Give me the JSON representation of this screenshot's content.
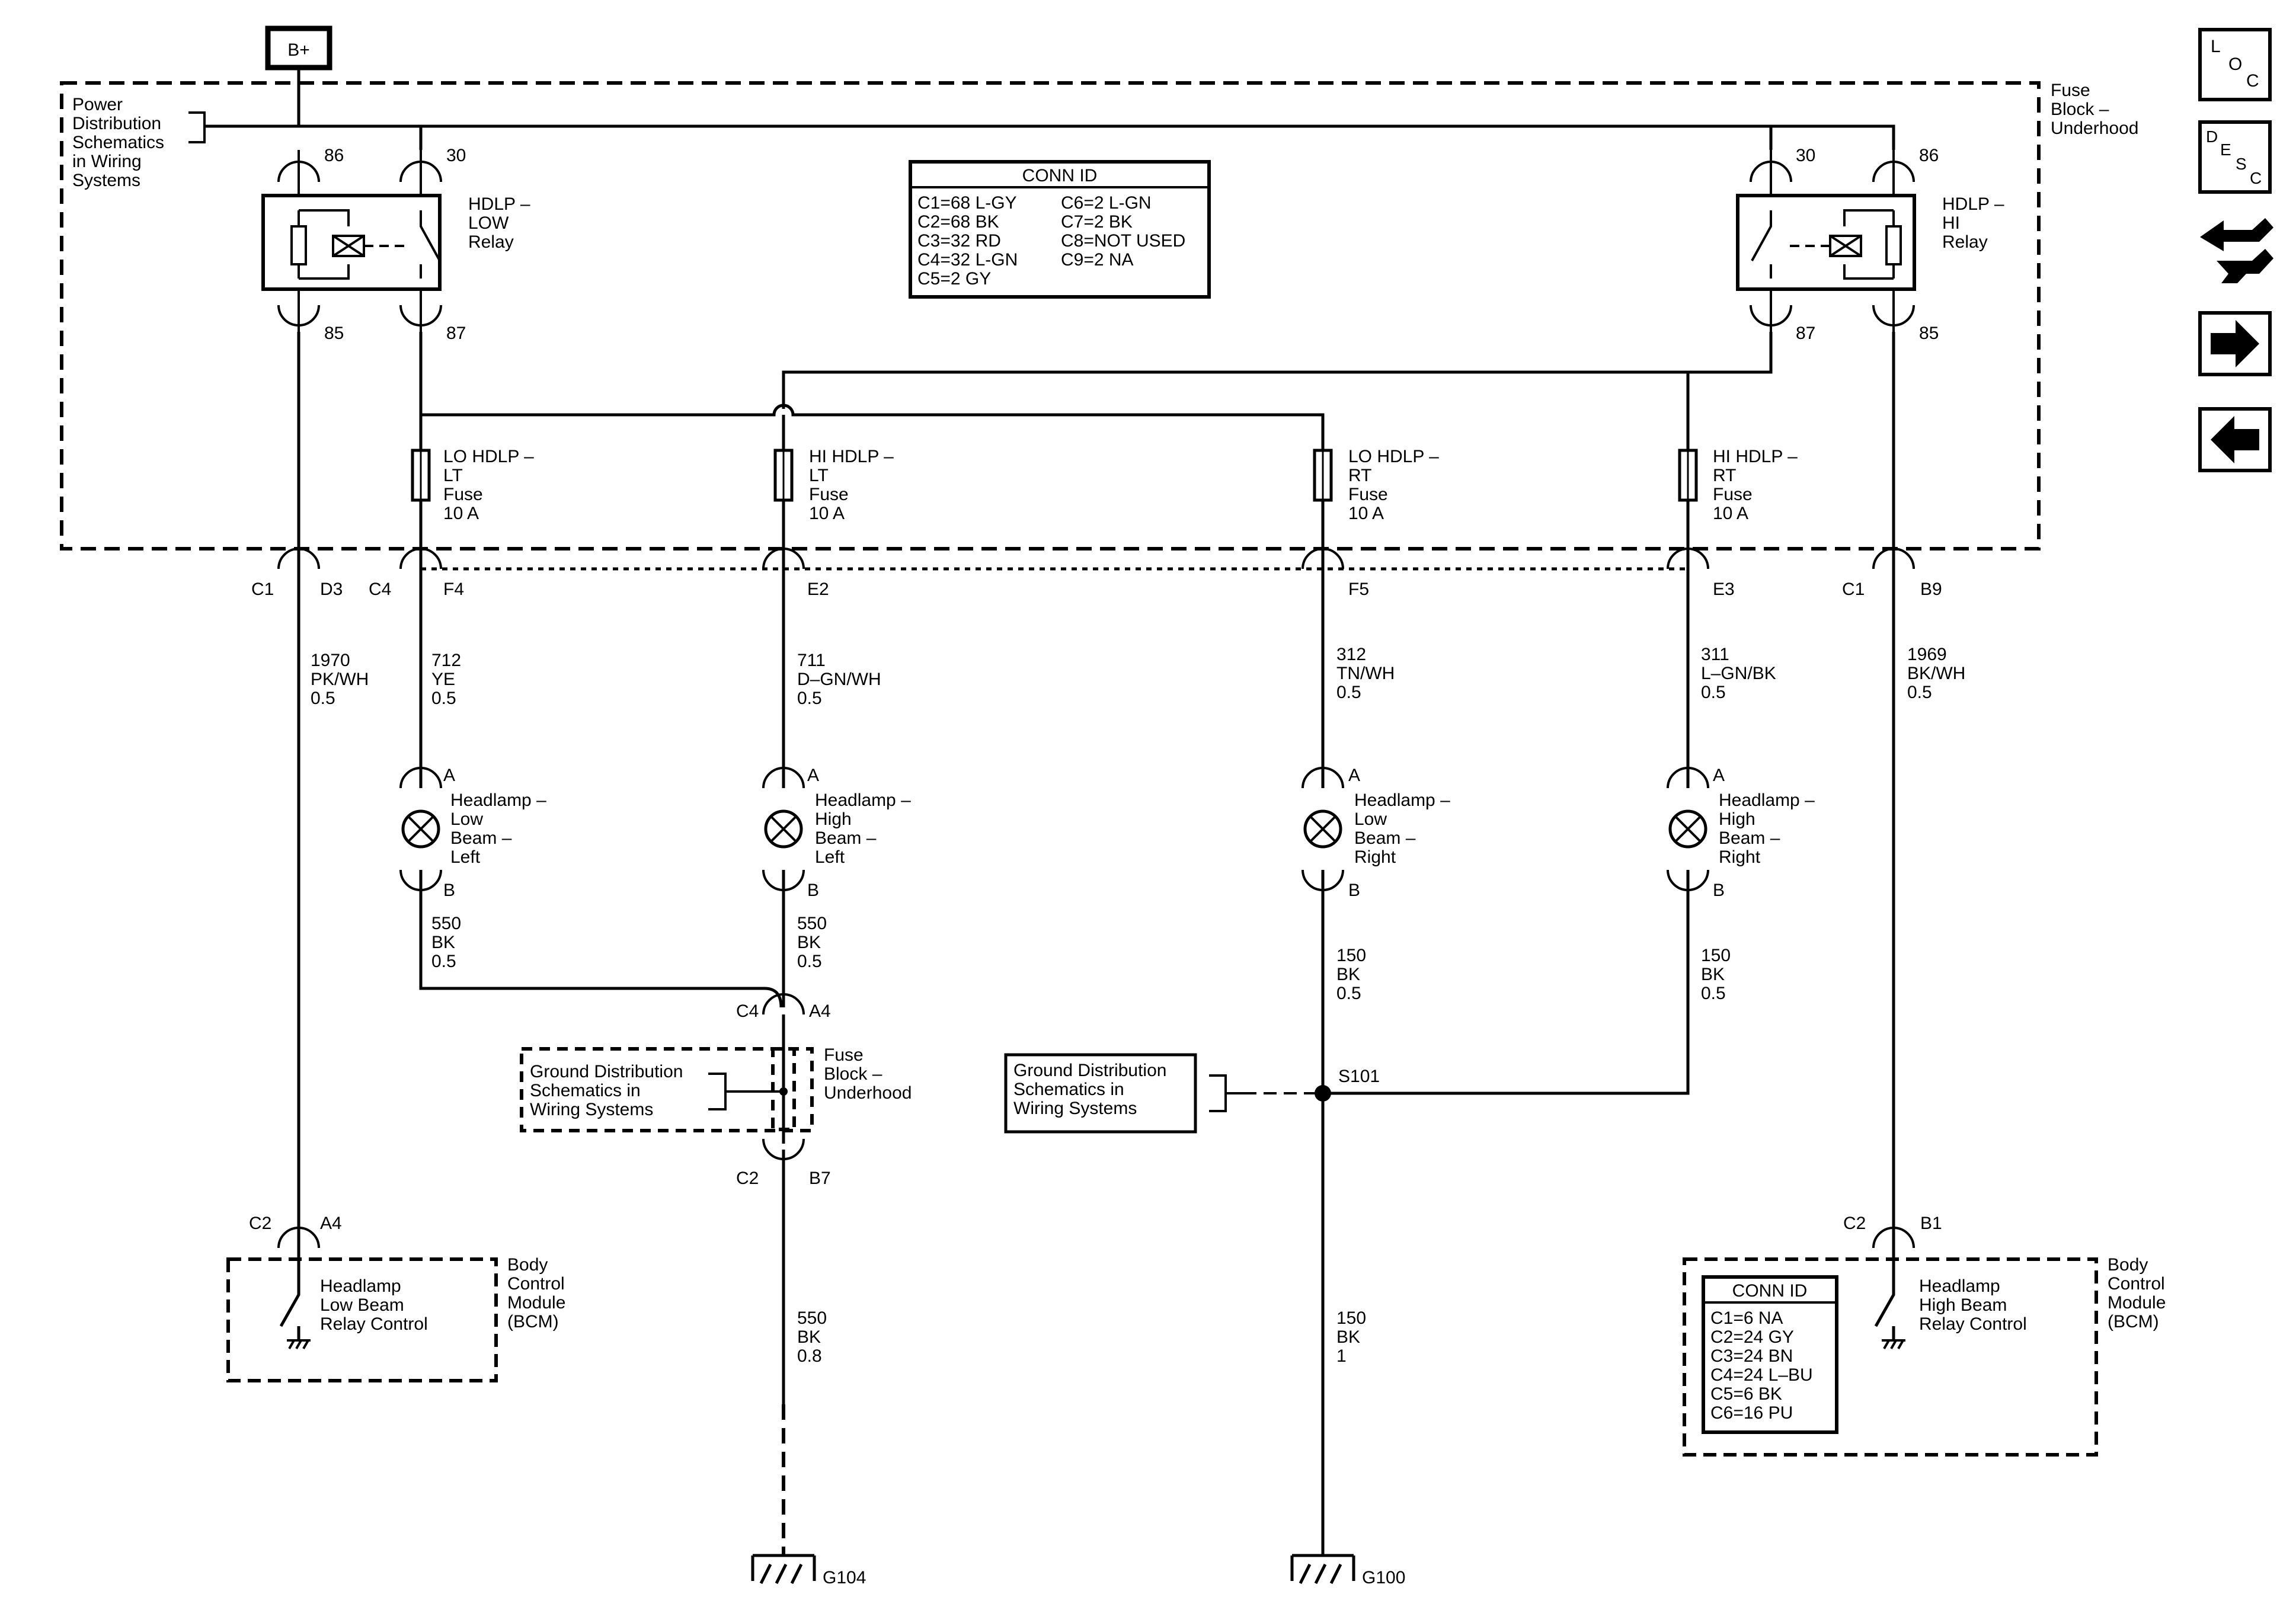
{
  "power": {
    "battery": "B+",
    "power_dist_ref": [
      "Power",
      "Distribution",
      "Schematics",
      "in Wiring",
      "Systems"
    ],
    "fuse_block": [
      "Fuse",
      "Block –",
      "Underhood"
    ]
  },
  "relays": {
    "low": {
      "name": [
        "HDLP –",
        "LOW",
        "Relay"
      ],
      "pins": [
        "86",
        "30",
        "85",
        "87"
      ]
    },
    "hi": {
      "name": [
        "HDLP –",
        "HI",
        "Relay"
      ],
      "pins": [
        "30",
        "86",
        "87",
        "85"
      ]
    }
  },
  "conn_id_fuse_block": {
    "title": "CONN ID",
    "left": [
      "C1=68 L-GY",
      "C2=68 BK",
      "C3=32 RD",
      "C4=32 L-GN",
      "C5=2 GY"
    ],
    "right": [
      "C6=2 L-GN",
      "C7=2 BK",
      "C8=NOT USED",
      "C9=2 NA"
    ]
  },
  "fuses": [
    {
      "lines": [
        "LO HDLP –",
        "LT",
        "Fuse",
        "10 A"
      ]
    },
    {
      "lines": [
        "HI HDLP –",
        "LT",
        "Fuse",
        "10 A"
      ]
    },
    {
      "lines": [
        "LO HDLP –",
        "RT",
        "Fuse",
        "10 A"
      ]
    },
    {
      "lines": [
        "HI HDLP –",
        "RT",
        "Fuse",
        "10 A"
      ]
    }
  ],
  "connectors": {
    "c1_d3": [
      "C1",
      "D3"
    ],
    "c4_f4": [
      "C4",
      "F4"
    ],
    "e2": "E2",
    "f5": "F5",
    "e3": "E3",
    "c1_b9": [
      "C1",
      "B9"
    ],
    "c4_a4": [
      "C4",
      "A4"
    ],
    "c2_b7": [
      "C2",
      "B7"
    ],
    "c2_a4": [
      "C2",
      "A4"
    ],
    "c2_b1": [
      "C2",
      "B1"
    ]
  },
  "wires": {
    "w1970": [
      "1970",
      "PK/WH",
      "0.5"
    ],
    "w712": [
      "712",
      "YE",
      "0.5"
    ],
    "w711": [
      "711",
      "D–GN/WH",
      "0.5"
    ],
    "w312": [
      "312",
      "TN/WH",
      "0.5"
    ],
    "w311": [
      "311",
      "L–GN/BK",
      "0.5"
    ],
    "w1969": [
      "1969",
      "BK/WH",
      "0.5"
    ],
    "w550a": [
      "550",
      "BK",
      "0.5"
    ],
    "w550b": [
      "550",
      "BK",
      "0.5"
    ],
    "w150a": [
      "150",
      "BK",
      "0.5"
    ],
    "w150b": [
      "150",
      "BK",
      "0.5"
    ],
    "w550c": [
      "550",
      "BK",
      "0.8"
    ],
    "w150c": [
      "150",
      "BK",
      "1"
    ]
  },
  "lamps": [
    {
      "pin_a": "A",
      "pin_b": "B",
      "lines": [
        "Headlamp –",
        "Low",
        "Beam –",
        "Left"
      ]
    },
    {
      "pin_a": "A",
      "pin_b": "B",
      "lines": [
        "Headlamp –",
        "High",
        "Beam –",
        "Left"
      ]
    },
    {
      "pin_a": "A",
      "pin_b": "B",
      "lines": [
        "Headlamp –",
        "Low",
        "Beam –",
        "Right"
      ]
    },
    {
      "pin_a": "A",
      "pin_b": "B",
      "lines": [
        "Headlamp –",
        "High",
        "Beam –",
        "Right"
      ]
    }
  ],
  "ground": {
    "gd_ref_left": [
      "Ground Distribution",
      "Schematics in",
      "Wiring Systems"
    ],
    "gd_ref_right": [
      "Ground Distribution",
      "Schematics in",
      "Wiring Systems"
    ],
    "fuse_block_mid": [
      "Fuse",
      "Block –",
      "Underhood"
    ],
    "splice": "S101",
    "g104": "G104",
    "g100": "G100"
  },
  "bcm": {
    "low_ctrl": [
      "Headlamp",
      "Low Beam",
      "Relay Control"
    ],
    "high_ctrl": [
      "Headlamp",
      "High Beam",
      "Relay Control"
    ],
    "label_left": [
      "Body",
      "Control",
      "Module",
      "(BCM)"
    ],
    "label_right": [
      "Body",
      "Control",
      "Module",
      "(BCM)"
    ],
    "conn_id_title": "CONN ID",
    "conn_id": [
      "C1=6 NA",
      "C2=24 GY",
      "C3=24 BN",
      "C4=24 L–BU",
      "C5=6 BK",
      "C6=16 PU"
    ]
  },
  "nav": {
    "loc": [
      "L",
      "O",
      "C"
    ],
    "desc": [
      "D",
      "E",
      "S",
      "C"
    ]
  }
}
